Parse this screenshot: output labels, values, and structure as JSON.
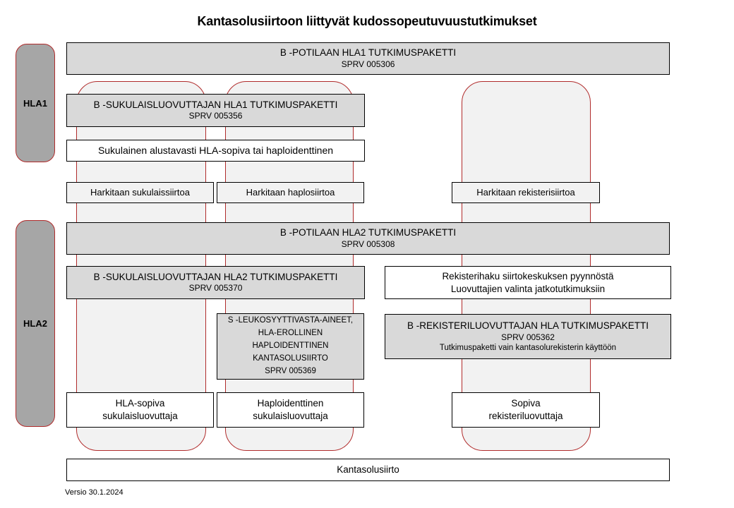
{
  "title": "Kantasolusiirtoon liittyvät kudossopeutuvuustutkimukset",
  "version": "Versio 30.1.2024",
  "colors": {
    "lane_fill": "#f2f2f2",
    "lane_border": "#b02b2b",
    "gray_box_fill": "#d9d9d9",
    "tab_fill": "#a6a6a6",
    "box_border": "#000000"
  },
  "tabs": {
    "hla1": {
      "label": "HLA1"
    },
    "hla2": {
      "label": "HLA2"
    }
  },
  "boxes": {
    "patient_hla1": {
      "line1": "B -POTILAAN HLA1 TUTKIMUSPAKETTI",
      "line2": "SPRV 005306"
    },
    "relative_hla1": {
      "line1": "B -SUKULAISLUOVUTTAJAN  HLA1 TUTKIMUSPAKETTI",
      "line2": "SPRV 005356"
    },
    "sukulainen": {
      "line1": "Sukulainen alustavasti HLA-sopiva tai haploidenttinen"
    },
    "harkitaan_sukulais": {
      "line1": "Harkitaan sukulaissiirtoa"
    },
    "harkitaan_haplo": {
      "line1": "Harkitaan haplosiirtoa"
    },
    "harkitaan_rekisteri": {
      "line1": "Harkitaan rekisterisiirtoa"
    },
    "patient_hla2": {
      "line1": "B -POTILAAN HLA2 TUTKIMUSPAKETTI",
      "line2": "SPRV 005308"
    },
    "relative_hla2": {
      "line1": "B -SUKULAISLUOVUTTAJAN  HLA2 TUTKIMUSPAKETTI",
      "line2": "SPRV 005370"
    },
    "rekisterihaku": {
      "line1": "Rekisterihaku siirtokeskuksen pyynnöstä",
      "line2": "Luovuttajien valinta jatkotutkimuksiin"
    },
    "leuko": {
      "line1": "S -LEUKOSYYTTIVASTA-AINEET,",
      "line2": "HLA-EROLLINEN",
      "line3": "HAPLOIDENTTINEN",
      "line4": "KANTASOLUSIIRTO",
      "line5": "SPRV 005369"
    },
    "rekisteriluovuttaja_pkg": {
      "line1": "B -REKISTERILUOVUTTAJAN HLA TUTKIMUSPAKETTI",
      "line2": "SPRV 005362",
      "line3": "Tutkimuspaketti vain kantasolurekisterin käyttöön"
    },
    "hla_sopiva": {
      "line1": "HLA-sopiva",
      "line2": "sukulaisluovuttaja"
    },
    "haploidenttinen": {
      "line1": "Haploidenttinen",
      "line2": "sukulaisluovuttaja"
    },
    "sopiva_rekisteri": {
      "line1": "Sopiva",
      "line2": "rekisteriluovuttaja"
    },
    "kantasolusiirto": {
      "line1": "Kantasolusiirto"
    }
  }
}
